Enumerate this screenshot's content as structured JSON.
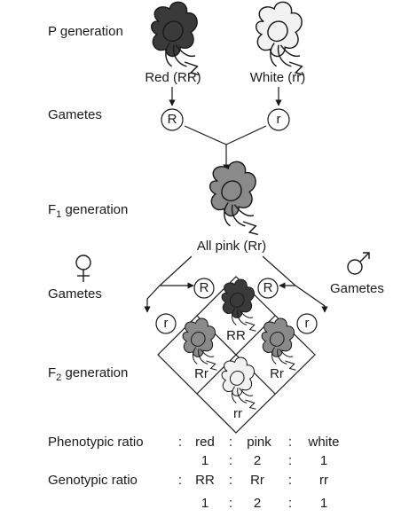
{
  "labels": {
    "p_generation": "P generation",
    "gametes_1": "Gametes",
    "f1_generation_main": "F",
    "f1_generation_sub": "1",
    "f1_generation_rest": " generation",
    "f2_generation_main": "F",
    "f2_generation_sub": "2",
    "f2_generation_rest": " generation",
    "gametes_female": "Gametes",
    "gametes_male": "Gametes"
  },
  "parents": {
    "red": "Red (RR)",
    "white": "White (rr)"
  },
  "f1": {
    "caption": "All pink (Rr)"
  },
  "gamete_circles": {
    "parent_red": "R",
    "parent_white": "r",
    "female_R": "R",
    "female_r": "r",
    "male_R": "R",
    "male_r": "r"
  },
  "punnett": {
    "top": "RR",
    "left": "Rr",
    "right": "Rr",
    "bottom": "rr"
  },
  "ratios": {
    "phenotypic_label": "Phenotypic ratio",
    "genotypic_label": "Genotypic ratio",
    "colon": ":",
    "phenotypes": [
      "red",
      "pink",
      "white"
    ],
    "phenotype_counts": [
      "1",
      "2",
      "1"
    ],
    "genotypes": [
      "RR",
      "Rr",
      "rr"
    ],
    "genotype_counts": [
      "1",
      "2",
      "1"
    ]
  },
  "symbols": {
    "female": "female-symbol",
    "male": "male-symbol"
  },
  "colors": {
    "red_flower": "#3a3a3a",
    "pink_flower": "#8a8a8a",
    "white_flower": "#f2f2f2",
    "stroke": "#1a1a1a"
  }
}
